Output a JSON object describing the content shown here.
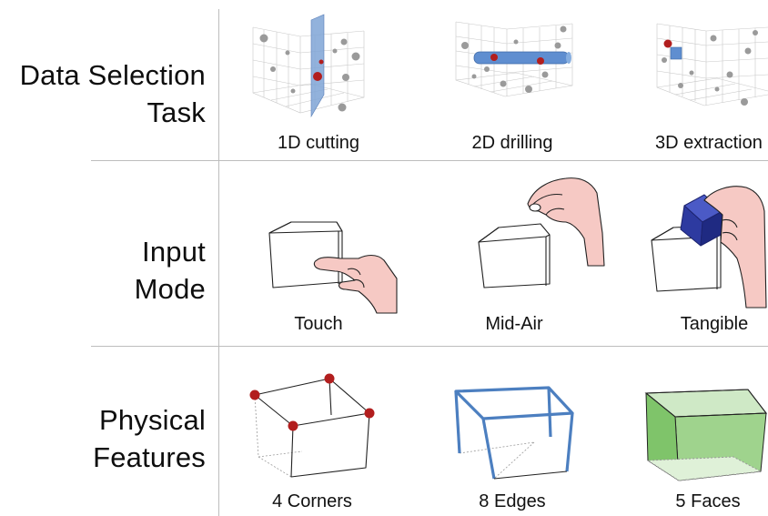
{
  "rows": [
    {
      "label_lines": [
        "Data Selection",
        "Task"
      ],
      "items": [
        {
          "caption": "1D cutting",
          "icon": "plane-cutting-icon"
        },
        {
          "caption": "2D drilling",
          "icon": "rod-drilling-icon"
        },
        {
          "caption": "3D extraction",
          "icon": "cube-extraction-icon"
        }
      ]
    },
    {
      "label_lines": [
        "Input",
        "Mode"
      ],
      "items": [
        {
          "caption": "Touch",
          "icon": "touch-hand-icon"
        },
        {
          "caption": "Mid-Air",
          "icon": "midair-hand-icon"
        },
        {
          "caption": "Tangible",
          "icon": "tangible-hand-icon"
        }
      ]
    },
    {
      "label_lines": [
        "Physical",
        "Features"
      ],
      "items": [
        {
          "caption": "4 Corners",
          "icon": "cube-corners-icon"
        },
        {
          "caption": "8 Edges",
          "icon": "cube-edges-icon"
        },
        {
          "caption": "5 Faces",
          "icon": "cube-faces-icon"
        }
      ]
    }
  ],
  "colors": {
    "plane": "#7fa4d6",
    "rod": "#5f8ed0",
    "marker": "#b21e1e",
    "edge_highlight": "#4c7fc0",
    "face_highlight": "#7fc46a",
    "tangible_cube": "#2d3aa0",
    "skin": "#f6c9c4",
    "divider": "#bdbdbd"
  }
}
